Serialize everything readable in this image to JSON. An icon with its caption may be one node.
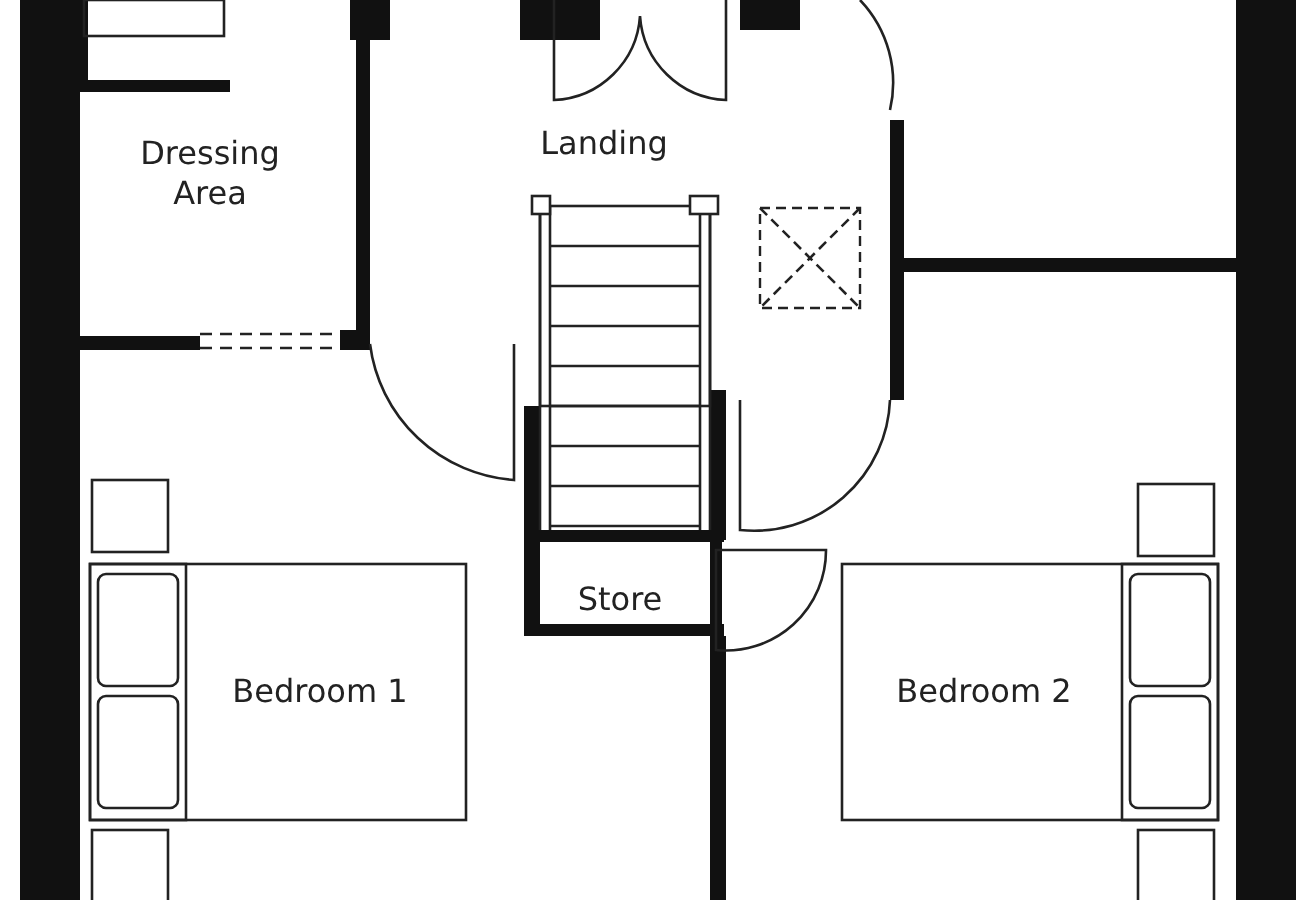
{
  "diagram": {
    "nodes": [
      {
        "text": [
          "Dressing Area"
        ]
      },
      {
        "text": [
          "Landing"
        ]
      },
      {
        "text": [
          "Store"
        ]
      },
      {
        "text": [
          "Bedroom 1"
        ]
      },
      {
        "text": [
          "Bedroom 2"
        ]
      }
    ]
  }
}
